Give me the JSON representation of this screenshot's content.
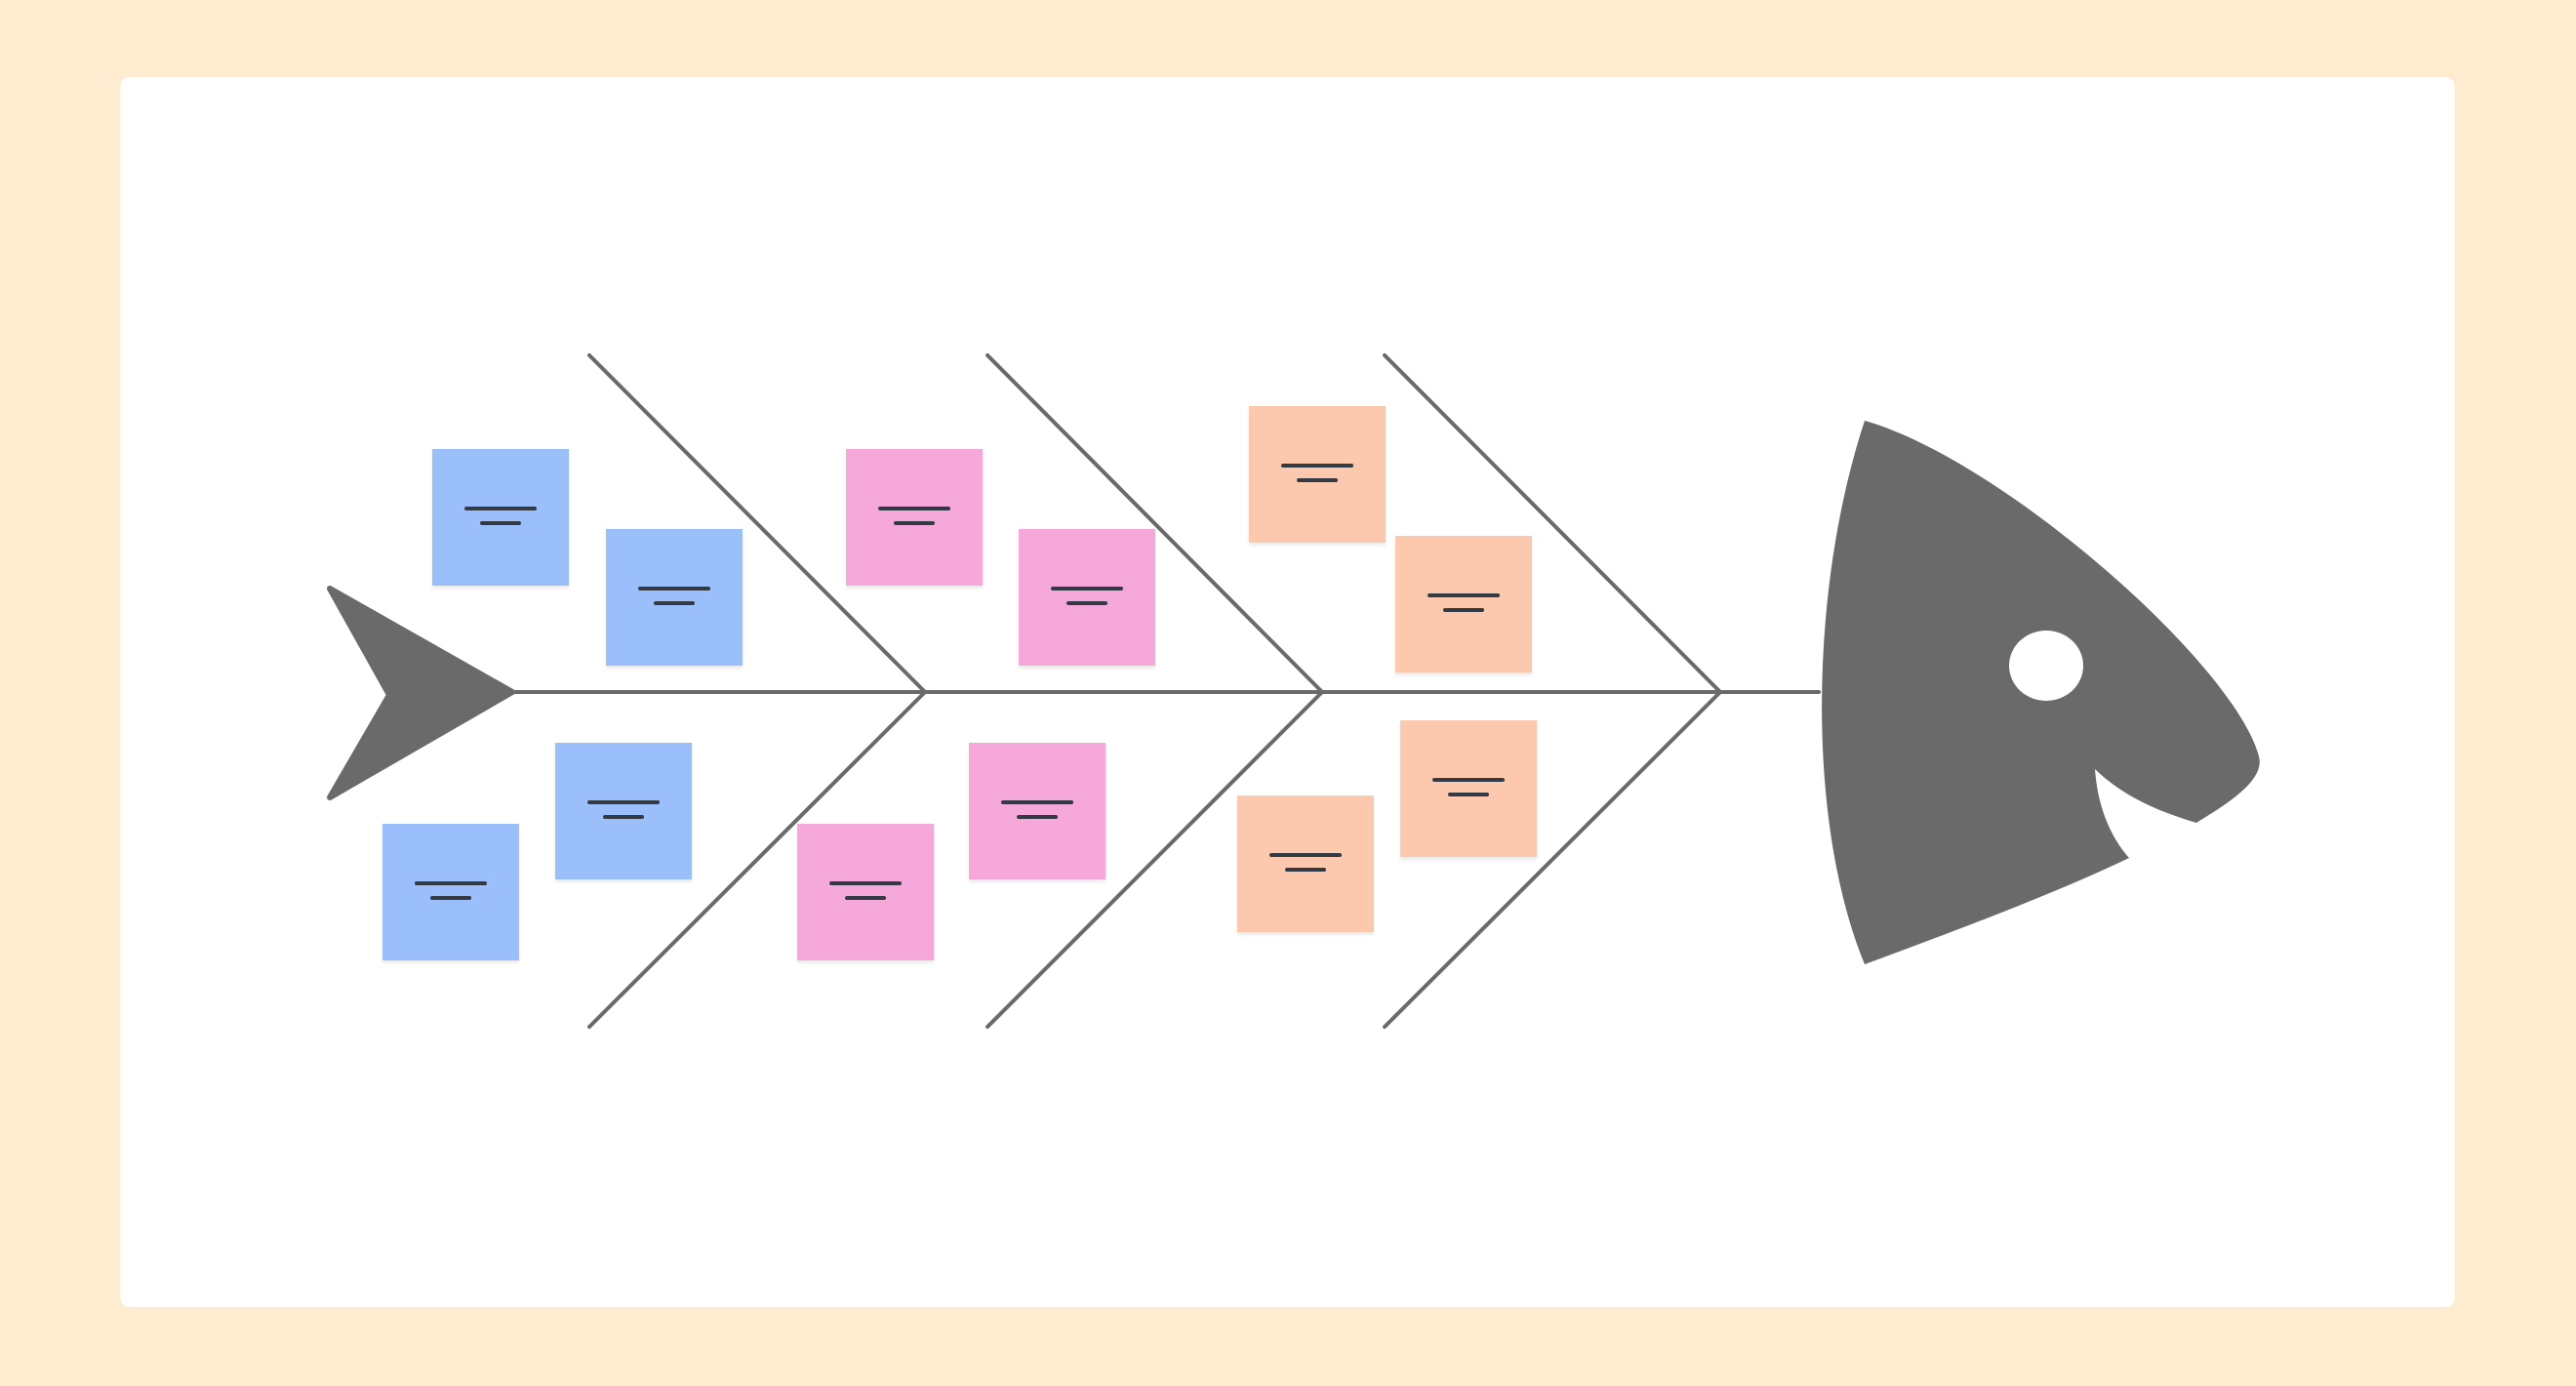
{
  "colors": {
    "background": "#ffecd0",
    "canvas": "#ffffff",
    "fish": "#6a6a6a",
    "category_1_notes": "#9bbffa",
    "category_2_notes": "#f7a8da",
    "category_3_notes": "#fcc8ae"
  },
  "diagram": {
    "type": "fishbone",
    "categories": [
      {
        "color": "#9bbffa",
        "note_count": 4
      },
      {
        "color": "#f7a8da",
        "note_count": 4
      },
      {
        "color": "#fcc8ae",
        "note_count": 4
      }
    ]
  }
}
